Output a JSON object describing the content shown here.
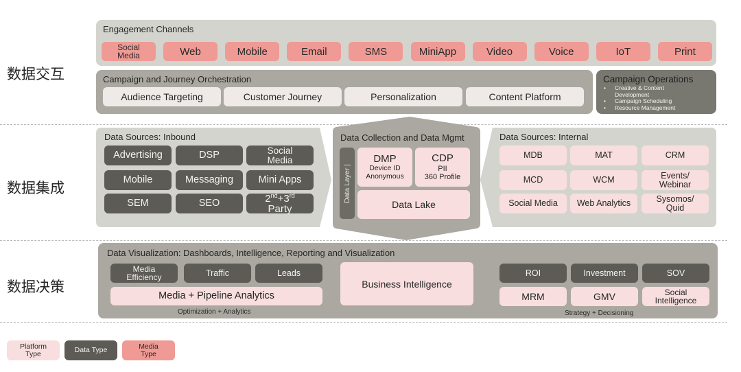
{
  "tiers": [
    {
      "label": "数据交互"
    },
    {
      "label": "数据集成"
    },
    {
      "label": "数据决策"
    }
  ],
  "engagement": {
    "title": "Engagement Channels",
    "channels": [
      "Social\nMedia",
      "Web",
      "Mobile",
      "Email",
      "SMS",
      "MiniApp",
      "Video",
      "Voice",
      "IoT",
      "Print"
    ]
  },
  "orchestration": {
    "title": "Campaign and Journey Orchestration",
    "items": [
      "Audience Targeting",
      "Customer Journey",
      "Personalization",
      "Content Platform"
    ]
  },
  "operations": {
    "title": "Campaign Operations",
    "bullets": [
      "Creative & Content",
      "Development",
      "Campaign Scheduling",
      "Resource Management"
    ]
  },
  "inbound": {
    "title": "Data Sources: Inbound",
    "items": [
      "Advertising",
      "DSP",
      "Social\nMedia",
      "Mobile",
      "Messaging",
      "Mini Apps",
      "SEM",
      "SEO"
    ],
    "party": {
      "n1": "2",
      "s1": "nd",
      "plus": "+3",
      "s2": "rd",
      "line2": "Party"
    }
  },
  "collection": {
    "title": "Data Collection and Data Mgmt",
    "data_layer": "Data Layer |",
    "dmp": {
      "title": "DMP",
      "line1": "Device ID",
      "line2": "Anonymous"
    },
    "cdp": {
      "title": "CDP",
      "line1": "PII",
      "line2": "360 Profile"
    },
    "lake": "Data Lake"
  },
  "internal": {
    "title": "Data Sources: Internal",
    "items": [
      "MDB",
      "MAT",
      "CRM",
      "MCD",
      "WCM",
      "Events/\nWebinar",
      "Social Media",
      "Web Analytics",
      "Sysomos/\nQuid"
    ]
  },
  "visualization": {
    "title": "Data Visualization: Dashboards, Intelligence, Reporting and Visualization",
    "left_data": [
      "Media\nEfficiency",
      "Traffic",
      "Leads"
    ],
    "left_platform": "Media + Pipeline Analytics",
    "left_caption": "Optimization + Analytics",
    "center": "Business Intelligence",
    "right_data": [
      "ROI",
      "Investment",
      "SOV"
    ],
    "right_platform": [
      "MRM",
      "GMV",
      "Social\nIntelligence"
    ],
    "right_caption": "Strategy + Decisioning"
  },
  "legend": [
    {
      "label": "Platform\nType",
      "color": "#f8dede"
    },
    {
      "label": "Data Type",
      "color": "#5c5b55"
    },
    {
      "label": "Media\nType",
      "color": "#ef9a94"
    }
  ],
  "colors": {
    "media": "#ef9a94",
    "platform": "#f8dede",
    "data": "#5c5b55",
    "panel_light": "#d4d4ce",
    "panel_mid": "#aaa8a0",
    "panel_dark": "#797870"
  }
}
